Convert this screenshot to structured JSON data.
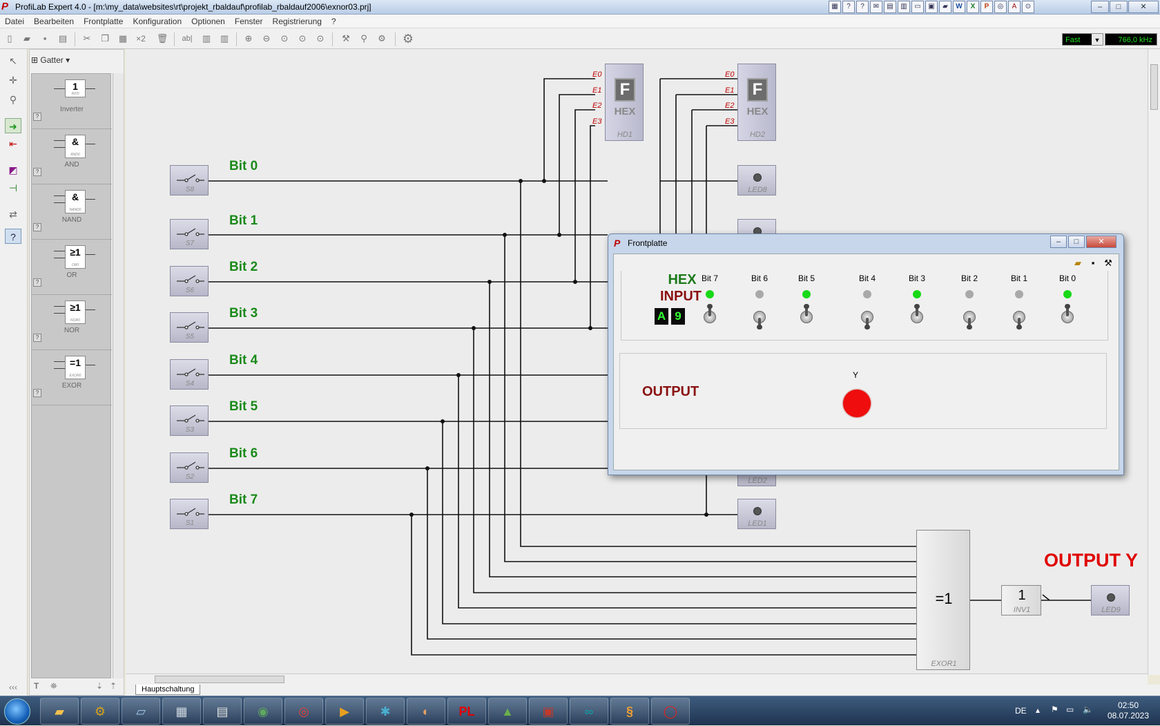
{
  "window": {
    "title": "ProfiLab Expert 4.0 - [m:\\my_data\\websites\\rt\\projekt_rbaldauf\\profilab_rbaldauf2006\\exnor03.prj]",
    "minimize": "–",
    "maximize": "□",
    "close": "✕"
  },
  "menu": [
    "Datei",
    "Bearbeiten",
    "Frontplatte",
    "Konfiguration",
    "Optionen",
    "Fenster",
    "Registrierung",
    "?"
  ],
  "toolbar": {
    "speed": "Fast",
    "frequency": "766,0 kHz",
    "counter_label": "×2"
  },
  "palette": {
    "category": "Gatter",
    "items": [
      {
        "symbol": "1",
        "tag": "INV0",
        "label": "Inverter"
      },
      {
        "symbol": "&",
        "tag": "AND0",
        "label": "AND"
      },
      {
        "symbol": "&",
        "tag": "NAND0",
        "label": "NAND"
      },
      {
        "symbol": "≥1",
        "tag": "OR0",
        "label": "OR"
      },
      {
        "symbol": "≥1",
        "tag": "NOR0",
        "label": "NOR"
      },
      {
        "symbol": "=1",
        "tag": "EXOR0",
        "label": "EXOR"
      }
    ],
    "help_mark": "?",
    "bottom_left": "‹‹‹"
  },
  "circuit": {
    "switches": [
      {
        "name": "S8",
        "bit": "Bit 0"
      },
      {
        "name": "S7",
        "bit": "Bit 1"
      },
      {
        "name": "S6",
        "bit": "Bit 2"
      },
      {
        "name": "S5",
        "bit": "Bit 3"
      },
      {
        "name": "S4",
        "bit": "Bit 4"
      },
      {
        "name": "S3",
        "bit": "Bit 5"
      },
      {
        "name": "S2",
        "bit": "Bit 6"
      },
      {
        "name": "S1",
        "bit": "Bit 7"
      }
    ],
    "hex_displays": [
      {
        "name": "HD1",
        "glyph": "F",
        "label": "HEX",
        "pins": [
          "E0",
          "E1",
          "E2",
          "E3"
        ]
      },
      {
        "name": "HD2",
        "glyph": "F",
        "label": "HEX",
        "pins": [
          "E0",
          "E1",
          "E2",
          "E3"
        ]
      }
    ],
    "leds": [
      {
        "name": "LED8"
      },
      {
        "name": "LED2"
      },
      {
        "name": "LED1"
      }
    ],
    "exor": {
      "symbol": "=1",
      "name": "EXOR1"
    },
    "inverter": {
      "symbol": "1",
      "name": "INV1"
    },
    "output_led": {
      "name": "LED9"
    },
    "output_label": "OUTPUT Y"
  },
  "sheet_tab": "Hauptschaltung",
  "frontpanel": {
    "title": "Frontplatte",
    "hex_title": "HEX",
    "input_title": "INPUT",
    "hex_digits": [
      "A",
      "9"
    ],
    "bits": [
      {
        "label": "Bit 7",
        "on": true
      },
      {
        "label": "Bit 6",
        "on": false
      },
      {
        "label": "Bit 5",
        "on": true
      },
      {
        "label": "Bit 4",
        "on": false
      },
      {
        "label": "Bit 3",
        "on": true
      },
      {
        "label": "Bit 2",
        "on": false
      },
      {
        "label": "Bit 1",
        "on": false
      },
      {
        "label": "Bit 0",
        "on": true
      }
    ],
    "output_title": "OUTPUT",
    "y_label": "Y",
    "y_state": "on",
    "colors": {
      "led_on": "#17d917",
      "led_off": "#a9a9a9",
      "y_led": "#ef0d0d",
      "bit_label": "#1a8a1a",
      "output": "#e00000"
    }
  },
  "taskbar": {
    "language": "DE",
    "time": "02:50",
    "date": "08.07.2023",
    "apps": [
      "explorer",
      "settings-gear",
      "notes",
      "calculator",
      "calculator-2",
      "globe",
      "chrome",
      "media-player",
      "snowflake-app",
      "paint",
      "profilab",
      "spreadsheet",
      "tools",
      "arduino",
      "sublime",
      "circle-app"
    ]
  }
}
